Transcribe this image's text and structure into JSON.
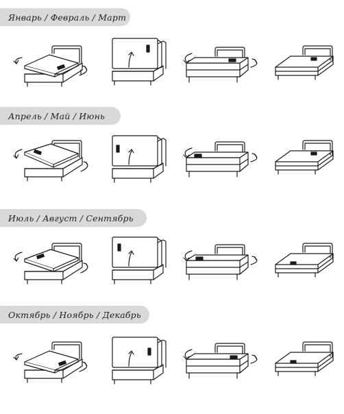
{
  "rows": [
    {
      "banner": "Январь / Февраль / Март"
    },
    {
      "banner": "Апрель / Май / Июнь"
    },
    {
      "banner": "Июль / Август / Сентябрь"
    },
    {
      "banner": "Октябрь / Ноябрь / Декабрь"
    }
  ],
  "steps": [
    {
      "action": "rotate-ccw",
      "icon": "rotate-arrows-icon"
    },
    {
      "action": "flip",
      "icon": "flip-up-arrow-icon"
    },
    {
      "action": "rotate-ccw",
      "icon": "rotate-arrows-icon"
    },
    {
      "action": "done",
      "icon": "bed-icon"
    }
  ]
}
